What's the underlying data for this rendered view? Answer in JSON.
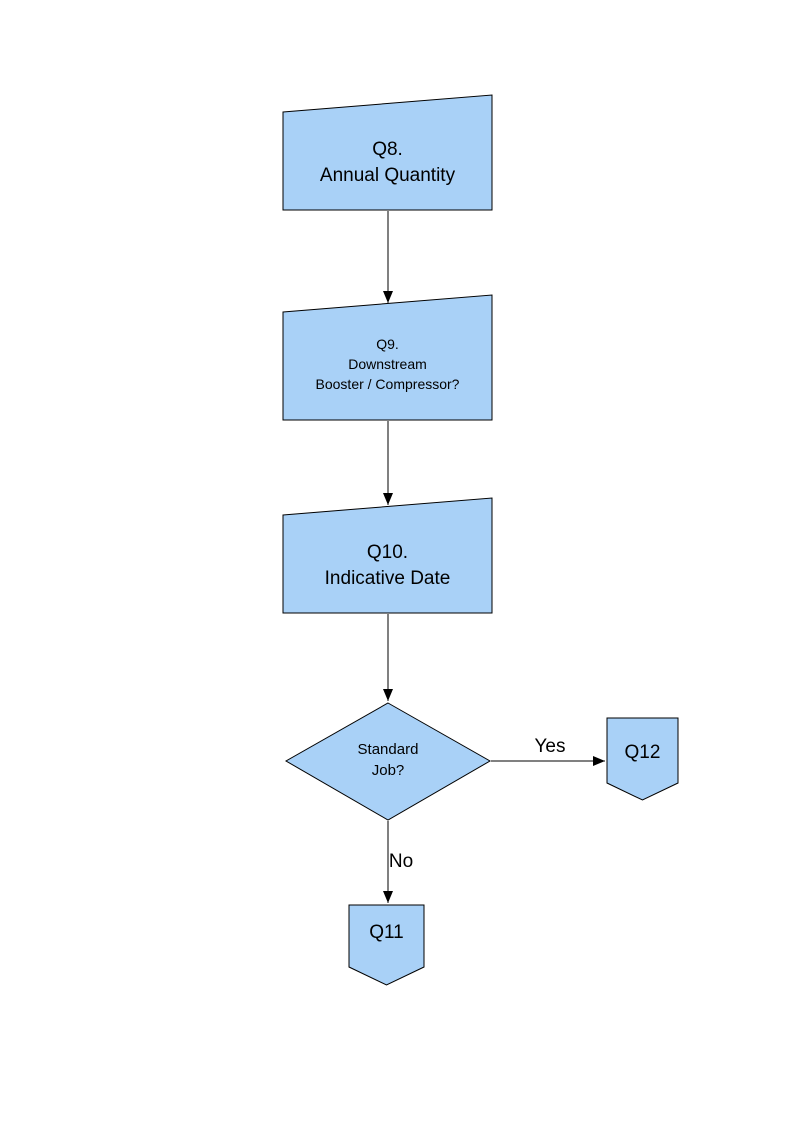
{
  "page": {
    "background": "#FFFFFF"
  },
  "diagram": {
    "type": "flowchart",
    "shape_fill": "#A9D1F7",
    "shape_stroke": "#000000",
    "connector_color": "#000000",
    "nodes": {
      "q8": {
        "type": "manual-input",
        "line1": "Q8.",
        "line2": "Annual Quantity"
      },
      "q9": {
        "type": "manual-input",
        "line1": "Q9.",
        "line2": "Downstream",
        "line3": "Booster / Compressor?"
      },
      "q10": {
        "type": "manual-input",
        "line1": "Q10.",
        "line2": "Indicative Date"
      },
      "decision": {
        "type": "decision",
        "line1": "Standard",
        "line2": "Job?"
      },
      "q12": {
        "type": "off-page-connector",
        "label": "Q12"
      },
      "q11": {
        "type": "off-page-connector",
        "label": "Q11"
      }
    },
    "edges": {
      "q8_to_q9": {
        "label": ""
      },
      "q9_to_q10": {
        "label": ""
      },
      "q10_to_decision": {
        "label": ""
      },
      "decision_to_q12": {
        "label": "Yes"
      },
      "decision_to_q11": {
        "label": "No"
      }
    }
  }
}
